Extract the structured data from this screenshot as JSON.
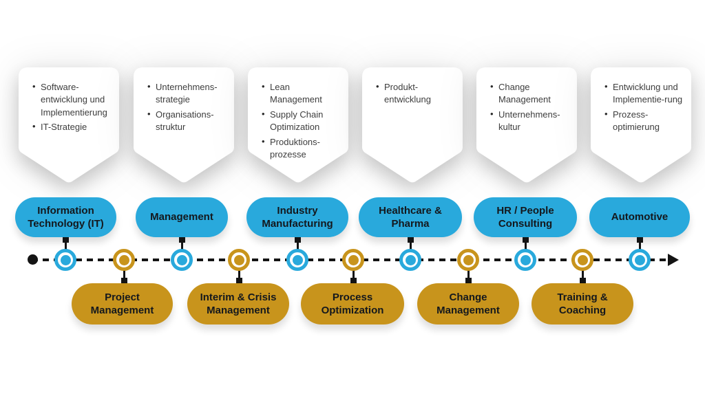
{
  "diagram": {
    "title_hint": "Consulting sectors and services timeline infographic",
    "colors": {
      "blue": "#29a9dc",
      "gold": "#c8941c",
      "line": "#141414",
      "callout_bg": "#ffffff",
      "callout_text": "#3d3d3d",
      "pill_text": "#14181d"
    },
    "callouts": [
      {
        "id": "information-technology",
        "items": [
          "Software-entwicklung und Implementierung",
          "IT-Strategie"
        ]
      },
      {
        "id": "management",
        "items": [
          "Unternehmens-strategie",
          "Organisations-struktur"
        ]
      },
      {
        "id": "industry-manufacturing",
        "items": [
          "Lean Management",
          "Supply Chain Optimization",
          "Produktions-prozesse"
        ]
      },
      {
        "id": "healthcare-pharma",
        "items": [
          "Produkt-entwicklung"
        ]
      },
      {
        "id": "hr-people-consulting",
        "items": [
          "Change Management",
          "Unternehmens-kultur"
        ]
      },
      {
        "id": "automotive",
        "items": [
          "Entwicklung und Implementie-rung",
          "Prozess-optimierung"
        ]
      }
    ],
    "top_pills": [
      {
        "label": "Information Technology (IT)"
      },
      {
        "label": "Management"
      },
      {
        "label": "Industry Manufacturing"
      },
      {
        "label": "Healthcare & Pharma"
      },
      {
        "label": "HR / People Consulting"
      },
      {
        "label": "Automotive"
      }
    ],
    "bottom_pills": [
      {
        "label": "Project Management"
      },
      {
        "label": "Interim & Crisis Management"
      },
      {
        "label": "Process Optimization"
      },
      {
        "label": "Change Management"
      },
      {
        "label": "Training & Coaching"
      }
    ]
  }
}
